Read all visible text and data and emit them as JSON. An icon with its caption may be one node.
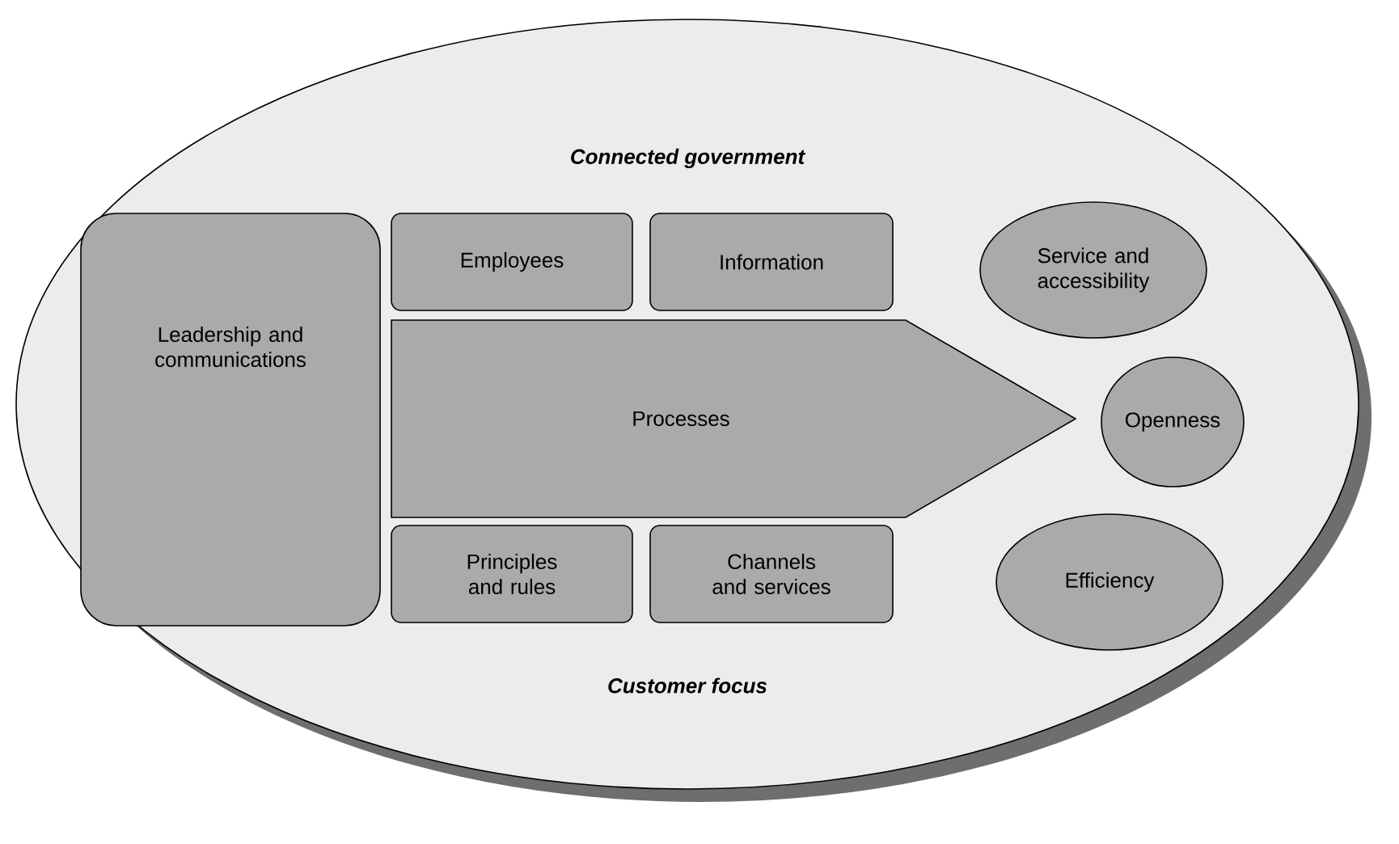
{
  "diagram": {
    "nodes": [
      {
        "text": [
          "Connected government",
          "Customer focus"
        ]
      },
      {
        "text": [
          "Leadership and communications"
        ],
        "in": 0
      },
      {
        "text": [
          "Employees"
        ],
        "in": 0
      },
      {
        "text": [
          "Information"
        ],
        "in": 0
      },
      {
        "text": [
          "Processes"
        ],
        "in": 0
      },
      {
        "text": [
          "Principles and rules"
        ],
        "in": 0
      },
      {
        "text": [
          "Channels and services"
        ],
        "in": 0
      },
      {
        "text": [
          "Service and accessibility"
        ],
        "in": 0
      },
      {
        "text": [
          "Openness"
        ],
        "in": 0
      },
      {
        "text": [
          "Efficiency"
        ],
        "in": 0
      }
    ]
  }
}
